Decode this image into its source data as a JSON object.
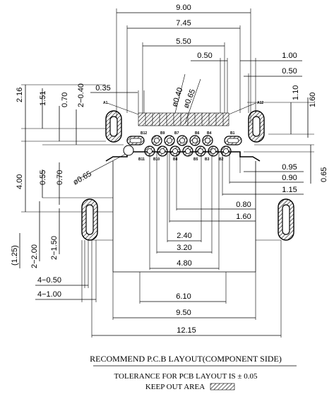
{
  "dimensions": {
    "d_9_00": "9.00",
    "d_7_45": "7.45",
    "d_5_50": "5.50",
    "d_0_50_top": "0.50",
    "d_1_00": "1.00",
    "d_0_50_right": "0.50",
    "d_0_35": "0.35",
    "d_phi_0_40": "ø0.40",
    "d_phi_0_65_top": "ø0.65",
    "d_2_16": "2.16",
    "d_1_51": "1.51",
    "d_0_70_top": "0.70",
    "d_2_0_40": "2−0.40",
    "d_1_10": "1.10",
    "d_1_60_right": "1.60",
    "d_4_00": "4.00",
    "d_0_55": "0.55",
    "d_0_70_left": "0.70",
    "d_phi_0_65_left": "ø0.65",
    "d_0_95": "0.95",
    "d_0_90": "0.90",
    "d_1_15": "1.15",
    "d_0_65": "0.65",
    "d_0_80": "0.80",
    "d_1_60": "1.60",
    "d_2_40": "2.40",
    "d_3_20": "3.20",
    "d_4_80": "4.80",
    "d_1_25": "(1.25)",
    "d_2_2_00": "2−2.00",
    "d_2_1_50": "2−1.50",
    "d_4_0_50": "4−0.50",
    "d_4_1_00": "4−1.00",
    "d_6_10": "6.10",
    "d_9_50": "9.50",
    "d_12_15": "12.15"
  },
  "pins": {
    "a1": "A1",
    "a12": "A12",
    "b12": "B12",
    "b9": "B9",
    "b7": "B7",
    "b6": "B6",
    "b4": "B4",
    "b1": "B1",
    "b11": "B11",
    "b10": "B10",
    "b8": "B8",
    "b5": "B5",
    "b3": "B3",
    "b2": "B2"
  },
  "captions": {
    "title": "RECOMMEND P.C.B LAYOUT(COMPONENT SIDE)",
    "tolerance": "TOLERANCE FOR PCB LAYOUT IS ± 0.05",
    "keepout": "KEEP OUT AREA"
  }
}
